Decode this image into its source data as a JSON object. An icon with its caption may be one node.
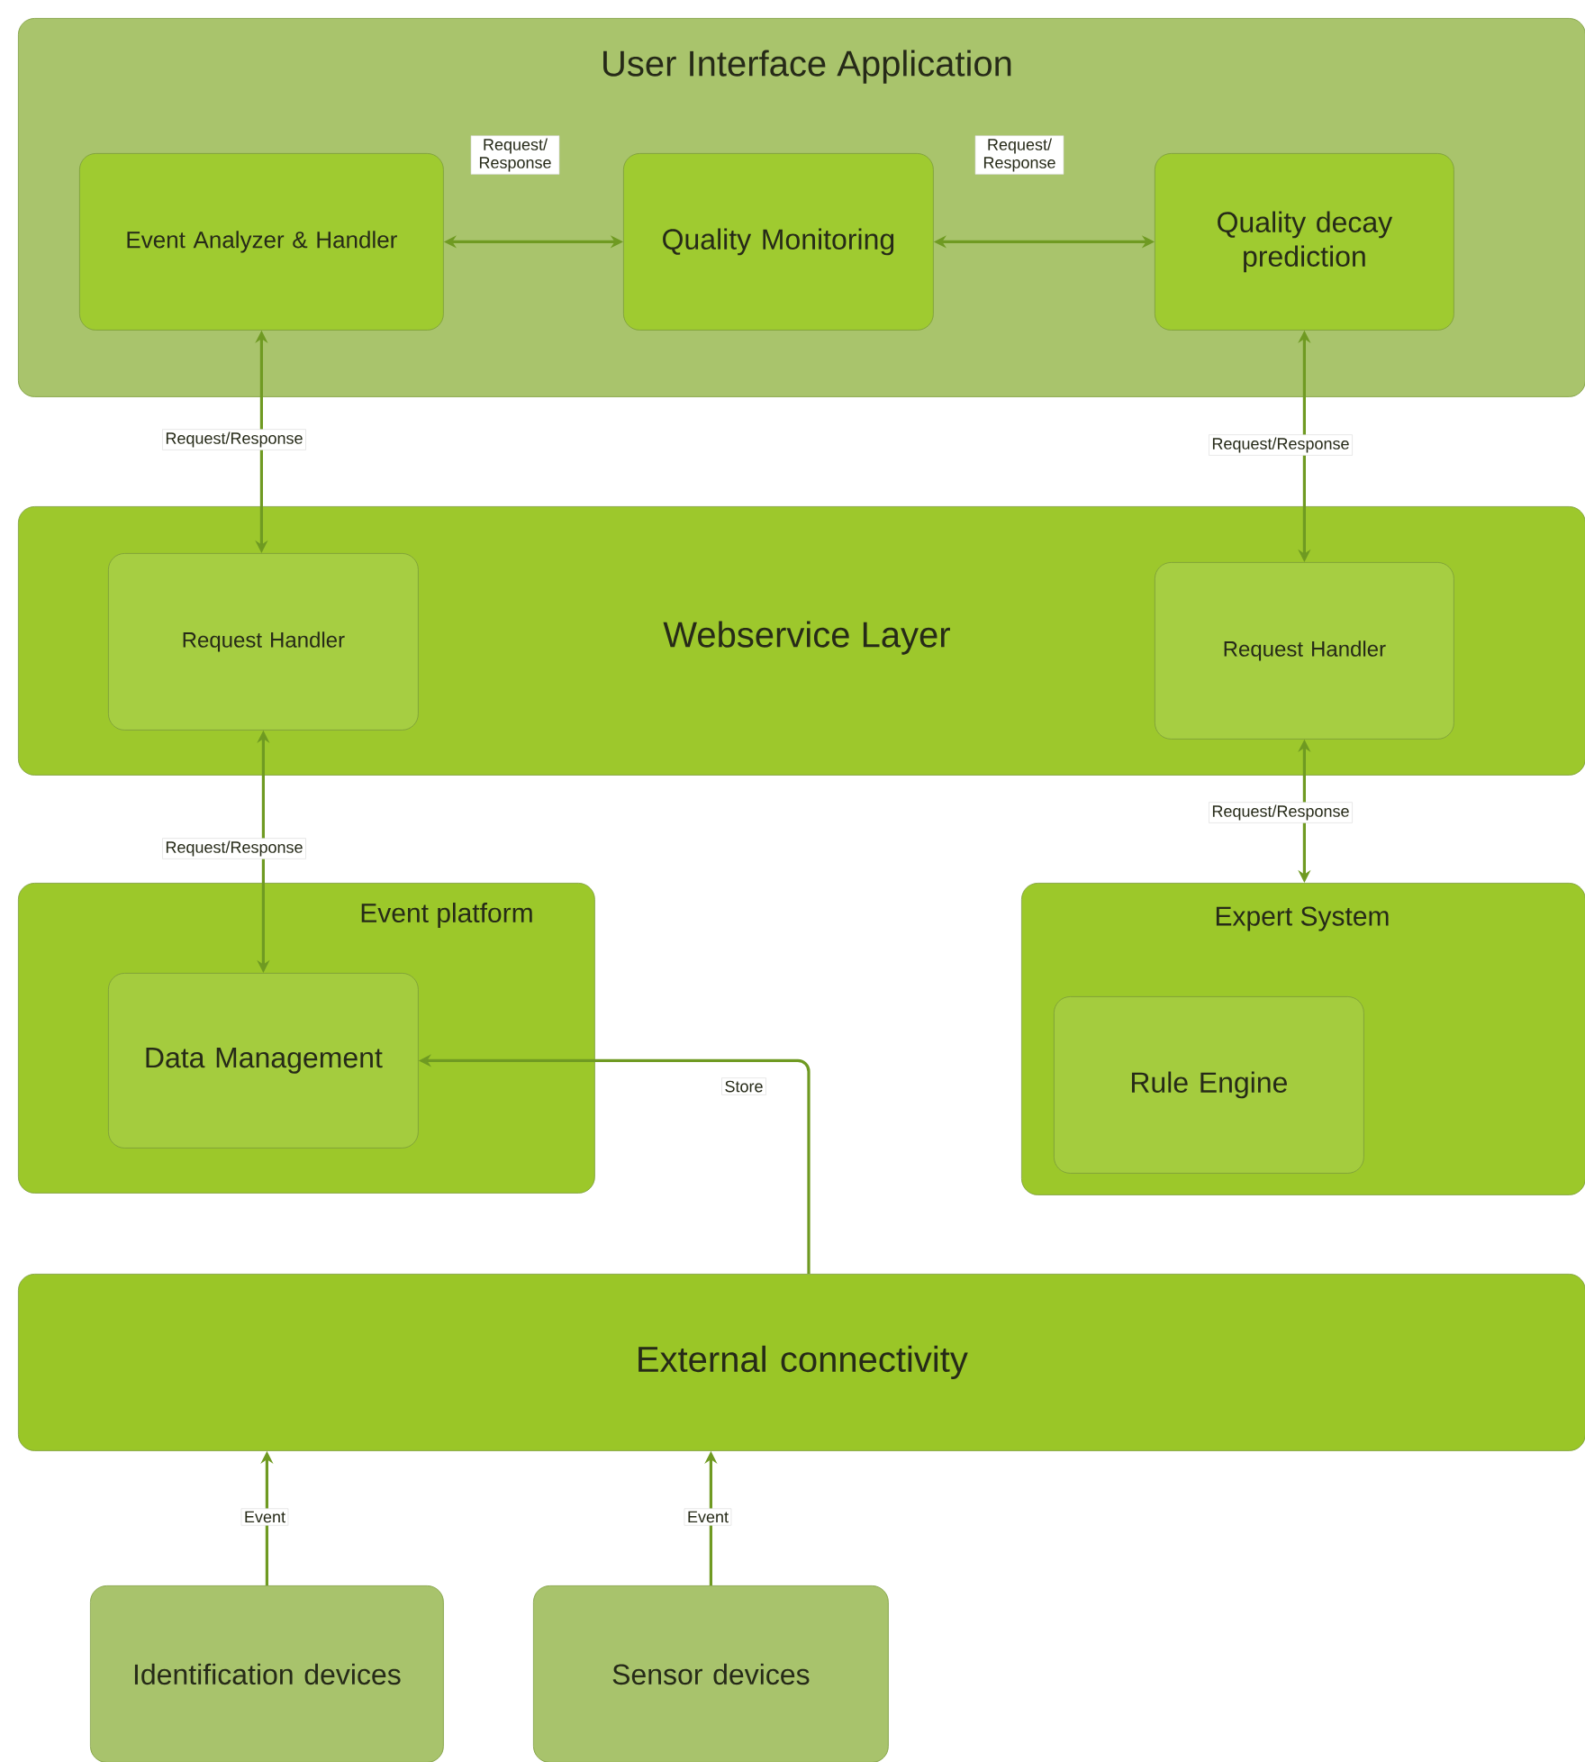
{
  "diagram": {
    "nodes": [
      {
        "text": [
          "User Interface Application"
        ]
      },
      {
        "text": [
          "Event Analyzer & Handler"
        ],
        "in": 0
      },
      {
        "text": [
          "Quality Monitoring"
        ],
        "in": 0
      },
      {
        "text": [
          "Quality decay prediction"
        ],
        "in": 0
      },
      {
        "text": [
          "Webservice Layer"
        ]
      },
      {
        "text": [
          "Request Handler"
        ],
        "in": 4
      },
      {
        "text": [
          "Request Handler"
        ],
        "in": 4
      },
      {
        "text": [
          "Event platform"
        ]
      },
      {
        "text": [
          "Data Management"
        ],
        "in": 7
      },
      {
        "text": [
          "Expert System"
        ]
      },
      {
        "text": [
          "Rule Engine"
        ],
        "in": 9
      },
      {
        "text": [
          "External connectivity"
        ]
      },
      {
        "text": [
          "Identification devices"
        ]
      },
      {
        "text": [
          "Sensor devices"
        ]
      }
    ],
    "edges": [
      {
        "from": 1,
        "to": 2,
        "arrow": "both",
        "label": "Request/ Response"
      },
      {
        "from": 2,
        "to": 3,
        "arrow": "both",
        "label": "Request/ Response"
      },
      {
        "from": 1,
        "to": 5,
        "arrow": "both",
        "label": "Request/Response"
      },
      {
        "from": 3,
        "to": 6,
        "arrow": "both",
        "label": "Request/Response"
      },
      {
        "from": 5,
        "to": 8,
        "arrow": "both",
        "label": "Request/Response"
      },
      {
        "from": 6,
        "to": 9,
        "arrow": "both",
        "label": "Request/Response"
      },
      {
        "from": 11,
        "to": 8,
        "arrow": "to",
        "label": "Store"
      },
      {
        "from": 12,
        "to": 11,
        "arrow": "to",
        "label": "Event"
      },
      {
        "from": 13,
        "to": 11,
        "arrow": "to",
        "label": "Event"
      }
    ]
  }
}
